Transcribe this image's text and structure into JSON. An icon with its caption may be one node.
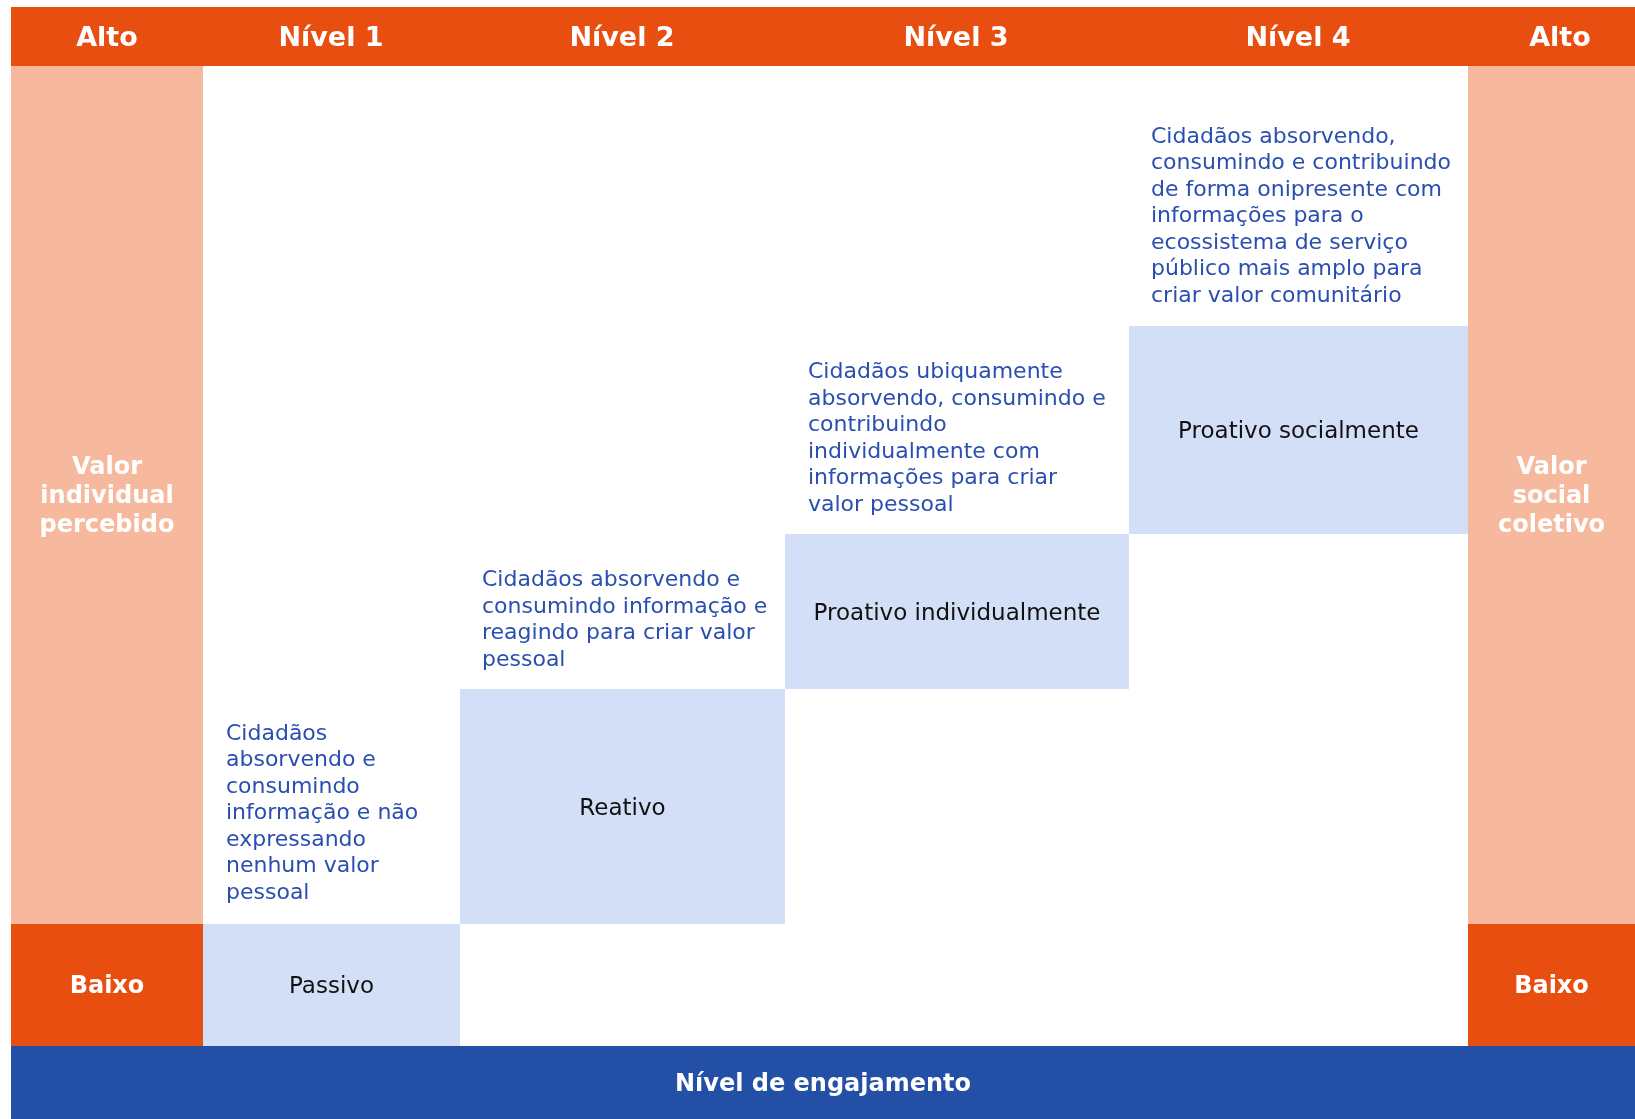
{
  "diagram": {
    "nodes": [
      {
        "text": [
          "Alto",
          "Nível 1",
          "Nível 2",
          "Nível 3",
          "Nível 4",
          "Alto"
        ]
      },
      {
        "text": [
          "Valor individual percebido"
        ]
      },
      {
        "text": [
          "Baixo"
        ]
      },
      {
        "text": [
          "Valor social coletivo"
        ]
      },
      {
        "text": [
          "Baixo"
        ]
      },
      {
        "text": [
          "Passivo"
        ],
        "beside": [
          "Cidadãos absorvendo e consumindo informação e não expressando nenhum valor pessoal"
        ]
      },
      {
        "text": [
          "Reativo"
        ],
        "beside": [
          "Cidadãos absorvendo e consumindo informação e reagindo para criar valor pessoal"
        ]
      },
      {
        "text": [
          "Proativo individualmente"
        ],
        "beside": [
          "Cidadãos ubiquamente absorvendo, consumindo e contribuindo individualmente com informações para criar valor pessoal"
        ]
      },
      {
        "text": [
          "Proativo socialmente"
        ],
        "beside": [
          "Cidadãos absorvendo, consumindo e contribuindo de forma onipresente com informações para o ecossistema de serviço público mais amplo para criar valor comunitário"
        ]
      },
      {
        "text": [
          "Nível de engajamento"
        ]
      }
    ]
  }
}
